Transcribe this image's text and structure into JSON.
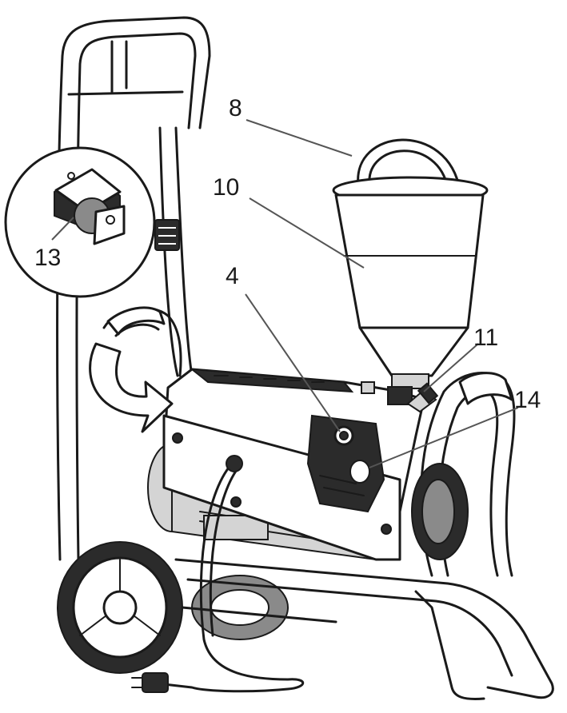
{
  "diagram": {
    "callouts": [
      {
        "id": "c8",
        "label": "8"
      },
      {
        "id": "c10",
        "label": "10"
      },
      {
        "id": "c4",
        "label": "4"
      },
      {
        "id": "c11",
        "label": "11"
      },
      {
        "id": "c14",
        "label": "14"
      },
      {
        "id": "c13",
        "label": "13"
      }
    ]
  }
}
